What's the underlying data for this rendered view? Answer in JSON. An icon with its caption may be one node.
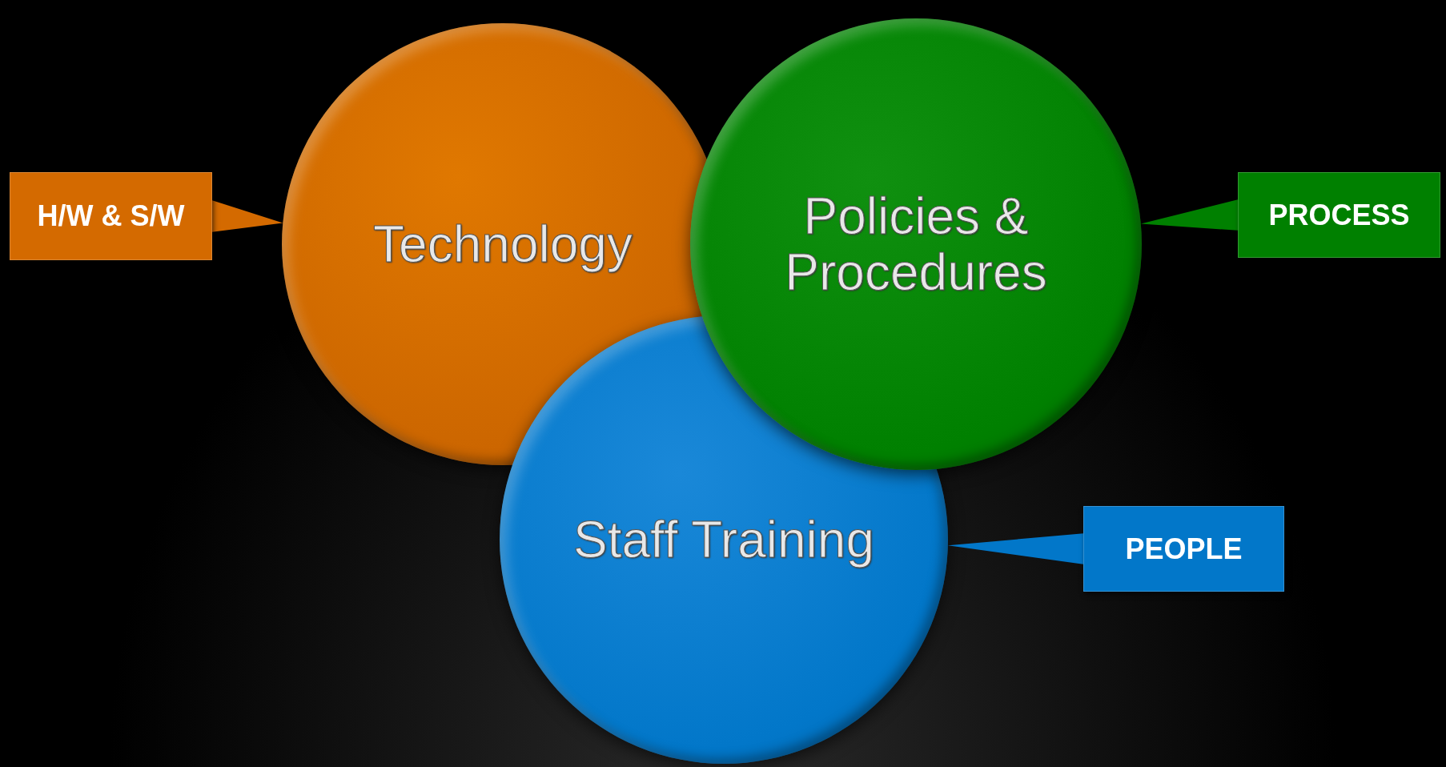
{
  "diagram": {
    "nodes": [
      {
        "text": [
          "H/W & S/W"
        ]
      },
      {
        "text": [
          "Technology"
        ]
      },
      {
        "text": [
          "Policies & Procedures"
        ]
      },
      {
        "text": [
          "PROCESS"
        ]
      },
      {
        "text": [
          "Staff Training"
        ]
      },
      {
        "text": [
          "PEOPLE"
        ]
      }
    ],
    "edges": [
      {
        "from": 0,
        "to": 1,
        "arrow": "none",
        "color": "#d46a00"
      },
      {
        "from": 3,
        "to": 2,
        "arrow": "none",
        "color": "#008000"
      },
      {
        "from": 5,
        "to": 4,
        "arrow": "none",
        "color": "#0277c9"
      }
    ]
  }
}
